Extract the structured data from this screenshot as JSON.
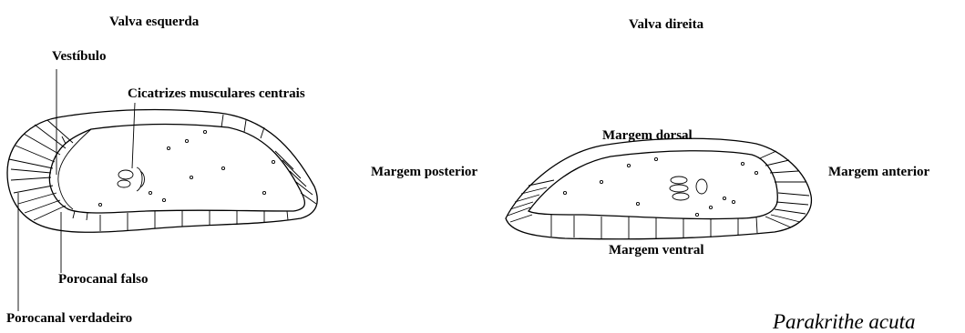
{
  "titles": {
    "left_valve": "Valva esquerda",
    "right_valve": "Valva direita"
  },
  "left_labels": {
    "vestibule": "Vestíbulo",
    "muscle_scars": "Cicatrizes musculares centrais",
    "false_pore_canal": "Porocanal falso",
    "true_pore_canal": "Porocanal verdadeiro"
  },
  "right_labels": {
    "dorsal_margin": "Margem dorsal",
    "posterior_margin": "Margem posterior",
    "anterior_margin": "Margem anterior",
    "ventral_margin": "Margem ventral"
  },
  "species_name": "Parakrithe acuta"
}
